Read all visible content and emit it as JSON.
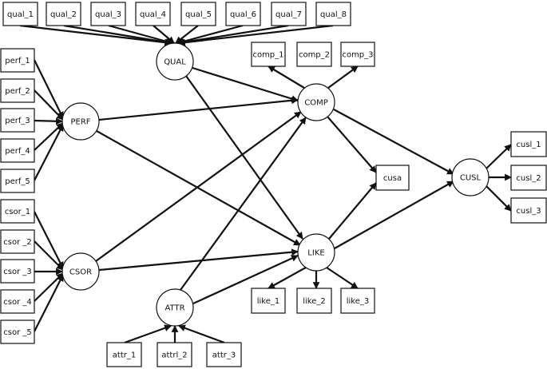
{
  "diagram": {
    "latent": [
      {
        "id": "QUAL",
        "label": "QUAL"
      },
      {
        "id": "PERF",
        "label": "PERF"
      },
      {
        "id": "CSOR",
        "label": "CSOR"
      },
      {
        "id": "ATTR",
        "label": "ATTR"
      },
      {
        "id": "COMP",
        "label": "COMP"
      },
      {
        "id": "LIKE",
        "label": "LIKE"
      },
      {
        "id": "CUSL",
        "label": "CUSL"
      }
    ],
    "indicators": [
      {
        "id": "qual_1",
        "label": "qual_1"
      },
      {
        "id": "qual_2",
        "label": "qual_2"
      },
      {
        "id": "qual_3",
        "label": "qual_3"
      },
      {
        "id": "qual_4",
        "label": "qual_4"
      },
      {
        "id": "qual_5",
        "label": "qual_5"
      },
      {
        "id": "qual_6",
        "label": "qual_6"
      },
      {
        "id": "qual_7",
        "label": "qual_7"
      },
      {
        "id": "qual_8",
        "label": "qual_8"
      },
      {
        "id": "perf_1",
        "label": "perf_1"
      },
      {
        "id": "perf_2",
        "label": "perf_2"
      },
      {
        "id": "perf_3",
        "label": "perf_3"
      },
      {
        "id": "perf_4",
        "label": "perf_4"
      },
      {
        "id": "perf_5",
        "label": "perf_5"
      },
      {
        "id": "csor_1",
        "label": "csor_1"
      },
      {
        "id": "csor_2",
        "label": "csor _2"
      },
      {
        "id": "csor_3",
        "label": "csor _3"
      },
      {
        "id": "csor_4",
        "label": "csor _4"
      },
      {
        "id": "csor_5",
        "label": "csor _5"
      },
      {
        "id": "attr_1",
        "label": "attr_1"
      },
      {
        "id": "attrl_2",
        "label": "attrl_2"
      },
      {
        "id": "attr_3",
        "label": "attr_3"
      },
      {
        "id": "comp_1",
        "label": "comp_1"
      },
      {
        "id": "comp_2",
        "label": "comp_2"
      },
      {
        "id": "comp_3",
        "label": "comp_3"
      },
      {
        "id": "like_1",
        "label": "like_1"
      },
      {
        "id": "like_2",
        "label": "like_2"
      },
      {
        "id": "like_3",
        "label": "like_3"
      },
      {
        "id": "cusa",
        "label": "cusa"
      },
      {
        "id": "cusl_1",
        "label": "cusl_1"
      },
      {
        "id": "cusl_2",
        "label": "cusl_2"
      },
      {
        "id": "cusl_3",
        "label": "cusl_3"
      }
    ],
    "edges": [
      {
        "from": "qual_1",
        "to": "QUAL"
      },
      {
        "from": "qual_2",
        "to": "QUAL"
      },
      {
        "from": "qual_3",
        "to": "QUAL"
      },
      {
        "from": "qual_4",
        "to": "QUAL"
      },
      {
        "from": "qual_5",
        "to": "QUAL"
      },
      {
        "from": "qual_6",
        "to": "QUAL"
      },
      {
        "from": "qual_7",
        "to": "QUAL"
      },
      {
        "from": "qual_8",
        "to": "QUAL"
      },
      {
        "from": "perf_1",
        "to": "PERF"
      },
      {
        "from": "perf_2",
        "to": "PERF"
      },
      {
        "from": "perf_3",
        "to": "PERF"
      },
      {
        "from": "perf_4",
        "to": "PERF"
      },
      {
        "from": "perf_5",
        "to": "PERF"
      },
      {
        "from": "csor_1",
        "to": "CSOR"
      },
      {
        "from": "csor_2",
        "to": "CSOR"
      },
      {
        "from": "csor_3",
        "to": "CSOR"
      },
      {
        "from": "csor_4",
        "to": "CSOR"
      },
      {
        "from": "csor_5",
        "to": "CSOR"
      },
      {
        "from": "attr_1",
        "to": "ATTR"
      },
      {
        "from": "attrl_2",
        "to": "ATTR"
      },
      {
        "from": "attr_3",
        "to": "ATTR"
      },
      {
        "from": "COMP",
        "to": "comp_1"
      },
      {
        "from": "COMP",
        "to": "comp_3"
      },
      {
        "from": "LIKE",
        "to": "like_1"
      },
      {
        "from": "LIKE",
        "to": "like_2"
      },
      {
        "from": "LIKE",
        "to": "like_3"
      },
      {
        "from": "CUSL",
        "to": "cusl_1"
      },
      {
        "from": "CUSL",
        "to": "cusl_2"
      },
      {
        "from": "CUSL",
        "to": "cusl_3"
      },
      {
        "from": "QUAL",
        "to": "COMP"
      },
      {
        "from": "QUAL",
        "to": "LIKE"
      },
      {
        "from": "PERF",
        "to": "COMP"
      },
      {
        "from": "PERF",
        "to": "LIKE"
      },
      {
        "from": "CSOR",
        "to": "COMP"
      },
      {
        "from": "CSOR",
        "to": "LIKE"
      },
      {
        "from": "ATTR",
        "to": "COMP"
      },
      {
        "from": "ATTR",
        "to": "LIKE"
      },
      {
        "from": "COMP",
        "to": "cusa"
      },
      {
        "from": "LIKE",
        "to": "cusa"
      },
      {
        "from": "COMP",
        "to": "CUSL"
      },
      {
        "from": "LIKE",
        "to": "CUSL"
      }
    ]
  }
}
